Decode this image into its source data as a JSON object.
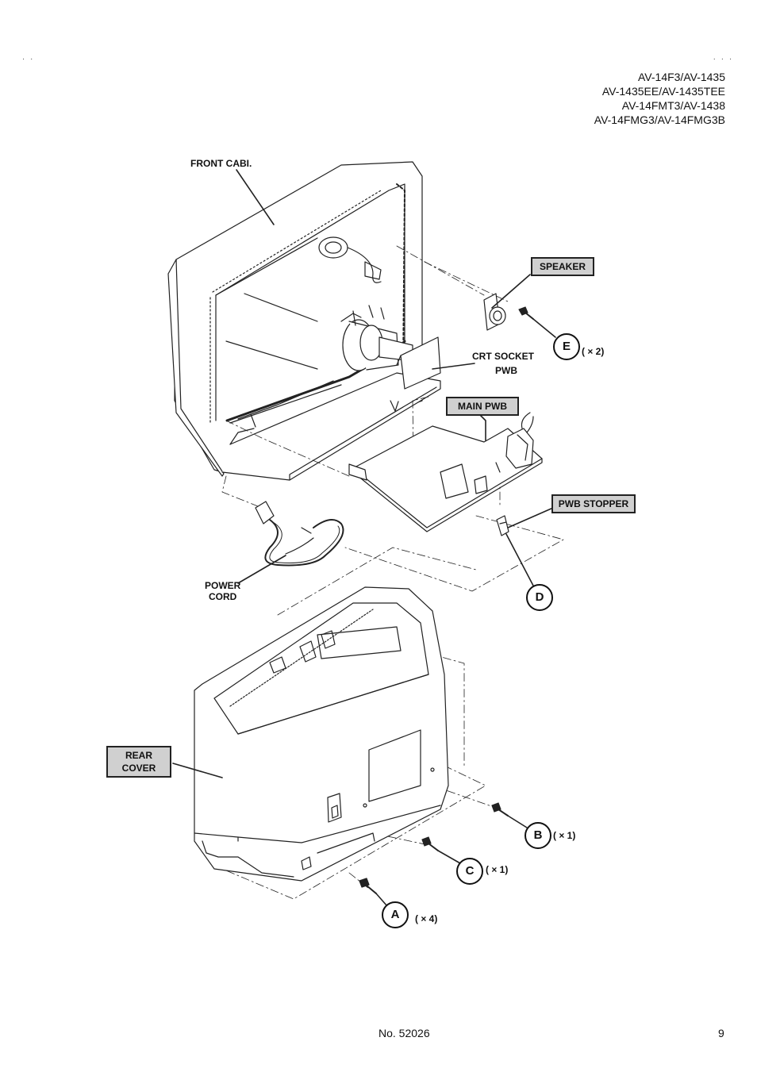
{
  "header": {
    "models": [
      "AV-14F3/AV-1435",
      "AV-1435EE/AV-1435TEE",
      "AV-14FMT3/AV-1438",
      "AV-14FMG3/AV-14FMG3B"
    ],
    "dots_left": ". .",
    "dots_right": ". . ."
  },
  "labels": {
    "front_cabi": "FRONT CABI.",
    "speaker": "SPEAKER",
    "crt_socket_line1": "CRT SOCKET",
    "crt_socket_line2": "PWB",
    "main_pwb": "MAIN PWB",
    "pwb_stopper": "PWB STOPPER",
    "power_cord_line1": "POWER",
    "power_cord_line2": "CORD",
    "rear_cover_line1": "REAR",
    "rear_cover_line2": "COVER"
  },
  "callouts": {
    "e": {
      "letter": "E",
      "qty": "( × 2)"
    },
    "d": {
      "letter": "D"
    },
    "b": {
      "letter": "B",
      "qty": "( × 1)"
    },
    "c": {
      "letter": "C",
      "qty": "( × 1)"
    },
    "a": {
      "letter": "A",
      "qty": "( × 4)"
    }
  },
  "footer": {
    "doc_number": "No. 52026",
    "page_number": "9"
  }
}
